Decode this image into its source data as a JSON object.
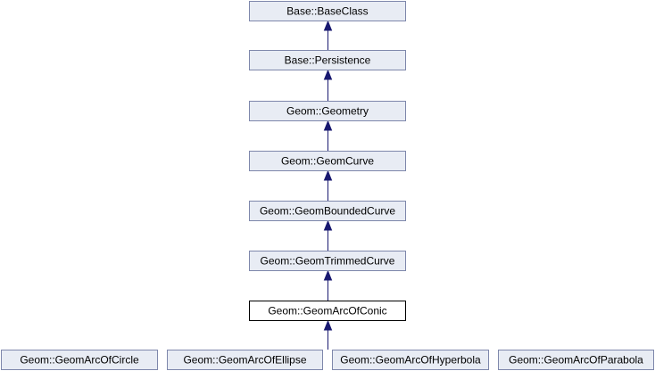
{
  "diagram": {
    "nodes": [
      {
        "id": "baseclass",
        "label": "Base::BaseClass",
        "current": false
      },
      {
        "id": "persistence",
        "label": "Base::Persistence",
        "current": false
      },
      {
        "id": "geometry",
        "label": "Geom::Geometry",
        "current": false
      },
      {
        "id": "geomcurve",
        "label": "Geom::GeomCurve",
        "current": false
      },
      {
        "id": "geomboundedcurve",
        "label": "Geom::GeomBoundedCurve",
        "current": false
      },
      {
        "id": "geomtrimmedcurve",
        "label": "Geom::GeomTrimmedCurve",
        "current": false
      },
      {
        "id": "geomarcofconic",
        "label": "Geom::GeomArcOfConic",
        "current": true
      },
      {
        "id": "geomarcofcircle",
        "label": "Geom::GeomArcOfCircle",
        "current": false
      },
      {
        "id": "geomarcofellipse",
        "label": "Geom::GeomArcOfEllipse",
        "current": false
      },
      {
        "id": "geomarcofhyperbola",
        "label": "Geom::GeomArcOfHyperbola",
        "current": false
      },
      {
        "id": "geomarcofparabola",
        "label": "Geom::GeomArcOfParabola",
        "current": false
      }
    ],
    "edges": [
      {
        "from": "persistence",
        "to": "baseclass"
      },
      {
        "from": "geometry",
        "to": "persistence"
      },
      {
        "from": "geomcurve",
        "to": "geometry"
      },
      {
        "from": "geomboundedcurve",
        "to": "geomcurve"
      },
      {
        "from": "geomtrimmedcurve",
        "to": "geomboundedcurve"
      },
      {
        "from": "geomarcofconic",
        "to": "geomtrimmedcurve"
      },
      {
        "from": "geomarcofcircle",
        "to": "geomarcofconic"
      },
      {
        "from": "geomarcofellipse",
        "to": "geomarcofconic"
      },
      {
        "from": "geomarcofhyperbola",
        "to": "geomarcofconic"
      },
      {
        "from": "geomarcofparabola",
        "to": "geomarcofconic"
      }
    ],
    "colors": {
      "node_fill": "#e8ecf4",
      "node_border": "#7e87ab",
      "current_fill": "#ffffff",
      "current_border": "#000000",
      "edge": "#191970"
    }
  }
}
